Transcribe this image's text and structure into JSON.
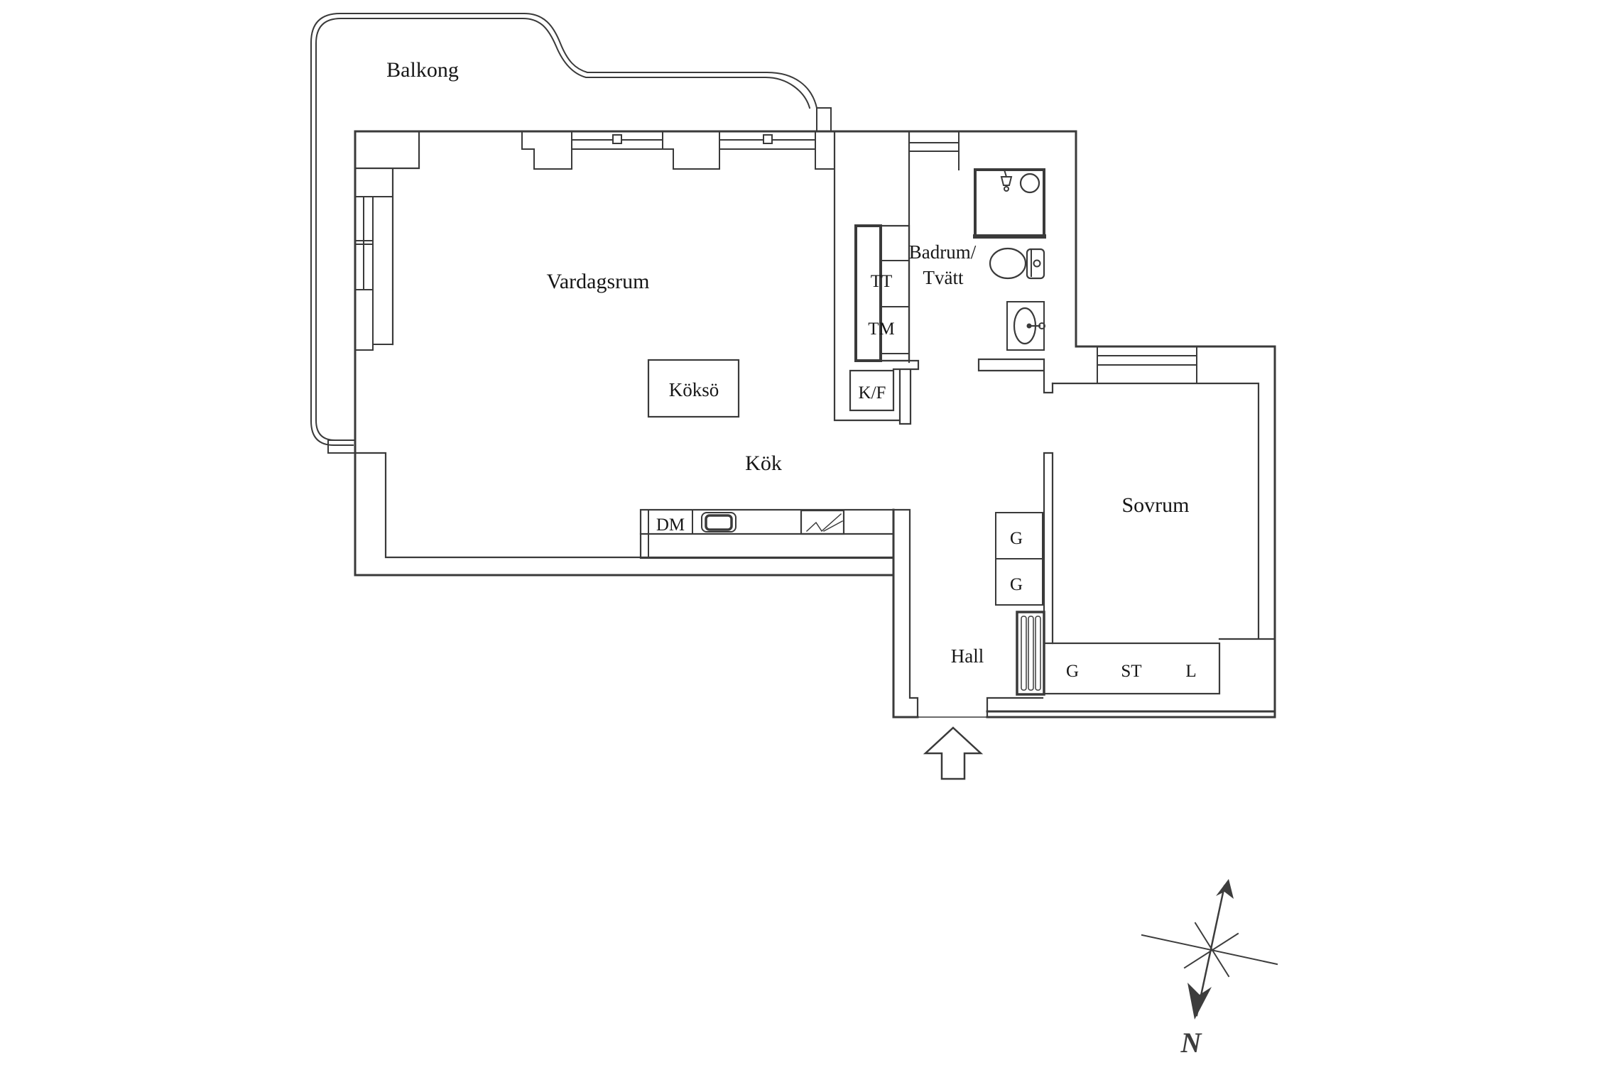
{
  "labels": {
    "balkong": "Balkong",
    "vardagsrum": "Vardagsrum",
    "badrum_line1": "Badrum/",
    "badrum_line2": "Tvätt",
    "tt": "TT",
    "tm": "TM",
    "kf": "K/F",
    "kokso": "Köksö",
    "kok": "Kök",
    "dm": "DM",
    "sovrum": "Sovrum",
    "wardrobe_g1": "G",
    "wardrobe_g2": "G",
    "hall": "Hall",
    "closet_g": "G",
    "closet_st": "ST",
    "closet_l": "L",
    "north": "N"
  },
  "fixtures": [
    "balcony-outline",
    "window",
    "shower-cabin",
    "toilet",
    "washbasin",
    "dryer-washer-column",
    "fridge-freezer",
    "kitchen-counter",
    "kitchen-sink",
    "stove",
    "kitchen-island",
    "wardrobe",
    "radiator",
    "closet-row",
    "entrance-arrow",
    "compass-rose"
  ],
  "colors": {
    "line": "#3a3a3a",
    "text": "#161616",
    "background": "#ffffff",
    "compass": "#3d3d3d"
  }
}
